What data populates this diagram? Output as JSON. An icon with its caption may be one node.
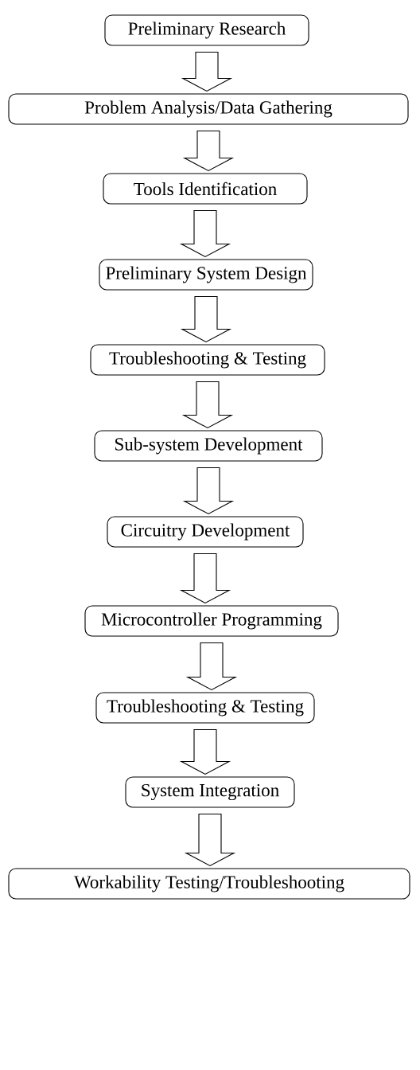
{
  "diagram": {
    "nodes": [
      {
        "text": [
          "Preliminary Research"
        ]
      },
      {
        "text": [
          "Problem Analysis/Data Gathering"
        ]
      },
      {
        "text": [
          "Tools Identification"
        ]
      },
      {
        "text": [
          "Preliminary System Design"
        ]
      },
      {
        "text": [
          "Troubleshooting & Testing"
        ]
      },
      {
        "text": [
          "Sub-system Development"
        ]
      },
      {
        "text": [
          "Circuitry Development"
        ]
      },
      {
        "text": [
          "Microcontroller Programming"
        ]
      },
      {
        "text": [
          "Troubleshooting & Testing"
        ]
      },
      {
        "text": [
          "System Integration"
        ]
      },
      {
        "text": [
          "Workability Testing/Troubleshooting"
        ]
      }
    ],
    "edges": [
      {
        "from": 0,
        "to": 1,
        "arrow": "to"
      },
      {
        "from": 1,
        "to": 2,
        "arrow": "to"
      },
      {
        "from": 2,
        "to": 3,
        "arrow": "to"
      },
      {
        "from": 3,
        "to": 4,
        "arrow": "to"
      },
      {
        "from": 4,
        "to": 5,
        "arrow": "to"
      },
      {
        "from": 5,
        "to": 6,
        "arrow": "to"
      },
      {
        "from": 6,
        "to": 7,
        "arrow": "to"
      },
      {
        "from": 7,
        "to": 8,
        "arrow": "to"
      },
      {
        "from": 8,
        "to": 9,
        "arrow": "to"
      },
      {
        "from": 9,
        "to": 10,
        "arrow": "to"
      }
    ]
  }
}
